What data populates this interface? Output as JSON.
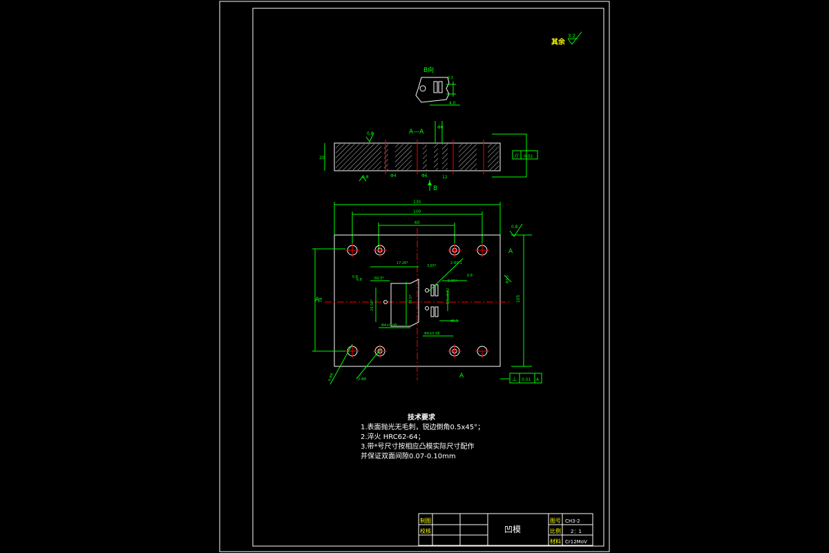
{
  "colors": {
    "background": "#000000",
    "outline": "#ffffff",
    "dimension": "#00ff00",
    "centerline": "#ff0000",
    "hatch": "#ffffff"
  },
  "roughness_note": {
    "label": "其余",
    "value": "3.2"
  },
  "view_b": {
    "label": "B向",
    "dim_a": "6.3",
    "dim_b": "4.0"
  },
  "section": {
    "label": "A—A",
    "arrow_label": "B",
    "roughness_top": "0.8",
    "roughness_bottom": "0.8",
    "height_dim": "20",
    "slot_dim_1": "Φ4",
    "slot_dim_2": "Φ6",
    "slot_dim_3": "12",
    "top_dim": "Φ6",
    "tolerance_symbol": "//",
    "tolerance_value": "0.02"
  },
  "plan": {
    "width_dim": "135",
    "inner_width_dim": "100",
    "hole_spacing_dim": "60",
    "height_dim_left": "78",
    "height_dim_right": "105",
    "roughness_right": "0.8",
    "section_mark": "A",
    "dims": [
      "17.26*",
      "3.65*",
      "2-Φ3.1",
      "0.8",
      "R0.5*",
      "2.05*",
      "24.56*",
      "30.5*",
      "Φ4×0.08",
      "1.5±0.02",
      "Φ4±0.08",
      "40.5",
      "0.8",
      "Φ3.5",
      "6.8",
      "4-Φ8",
      "2-Φ8"
    ],
    "perp_symbol": "⊥",
    "perp_value": "0.01",
    "perp_ref": "A"
  },
  "tech_notes": {
    "title": "技术要求",
    "lines": [
      "1.表面抛光无毛刺，锐边倒角0.5x45°；",
      "2.淬火 HRC62-64；",
      "3.带*号尺寸按相应凸模实际尺寸配作",
      "并保证双面间隙0.07-0.10mm"
    ]
  },
  "title_block": {
    "drawn_label": "制图",
    "checked_label": "校核",
    "part_name": "凹模",
    "drawing_no_label": "图号",
    "drawing_no": "CH3-2",
    "scale_label": "比例",
    "scale": "2：1",
    "material_label": "材料",
    "material": "Cr12MoV"
  }
}
